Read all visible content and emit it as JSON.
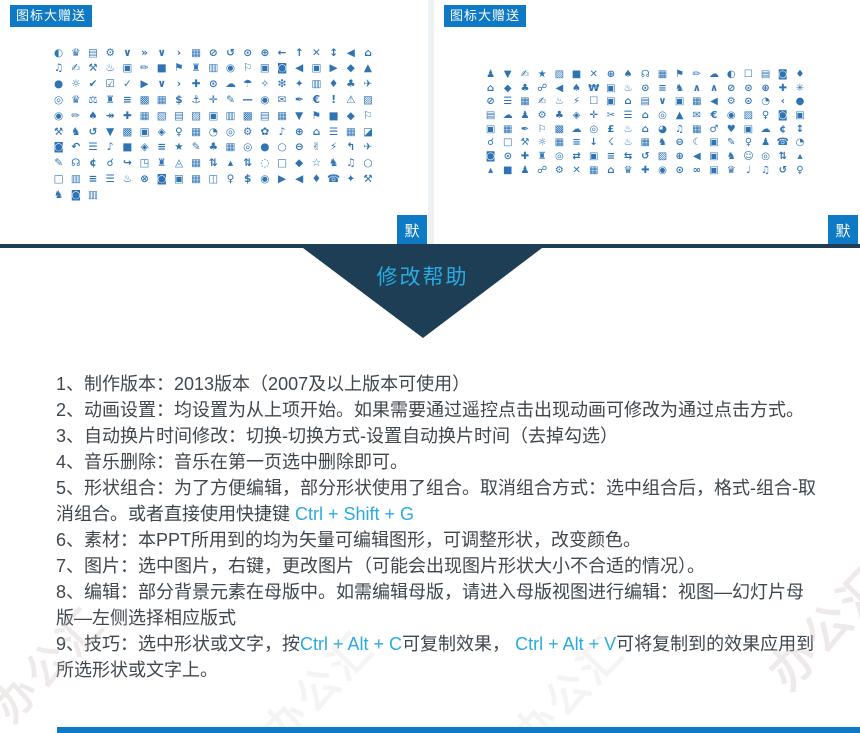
{
  "page": {
    "watermark": "办公汇"
  },
  "slides": [
    {
      "badge": "图标大赠送",
      "corner_badge": "默",
      "icon_rows": [
        "◐♛▤⚙∨»∨›▦⊘↺⊙⊕←↑✕↕◀⌂",
        "♫✍⚒♨▣✏■⚑♜▥◉⚐▣◙◀▣▶◆▲",
        "●☼✔☑✓▶∨›✚⊙☁☂✧❇✦▥♦♣✈",
        "◎♛⚖♜≡▩▦$⚓✛✎—◉✉✒€!⚠▨",
        "◉✏♠↠✚▦▧▤▨▣▥▩▤▦▼⚑■◆⚐",
        "⚒♞↺▼▩▣◈♀▦◔◎⚙✿♪⊕⌂☰▦◪",
        "◙↶☰♪■◈≡★✎♣▦◎●○⊖✌⚡↰✈",
        "✎☊¢☌↪◳♜◬▦⇅▴⇅◌□◆☆♞♫○",
        "□▥≡☰♨⊗◙▣▦◫♀$◉▶◀♦☎✦⚒",
        "♞◙▥"
      ]
    },
    {
      "badge": "图标大赠送",
      "corner_badge": "默",
      "icon_rows": [
        "♟▼✍★▨■✕⊕♠☊▦⚑✏☁◐☐▤◙♦",
        "⌂◆♣☍◀♠₩▣♨⊙≡♞∧∧⊘⊙⊕✚✳",
        "⊘☰▦✍♨⚡☐▣⌂▤∨▣▦◀⚙⊙◔‹●",
        "▤☁♟⚙♣◈✛✂☰⌂◎▲✉€◉▨♀◙▣",
        "▣▦✒⚐▩☁◎£♨⌂◕♫▦♂♥▣☁¢↕",
        "☌□⚒☼▦≡↓☇♨▦♞⊖☾▣✎♀♟☎◔",
        "◙⊙✚♜◎⇄▣≡⇆↺▨⊕◀▣♞☺◎⇅▴",
        "▴■♟☍⚙✕▦⌂♛✚◉⊙∞▣♛♩♫↺♀"
      ]
    }
  ],
  "help": {
    "title": "修改帮助",
    "accent_color": "#29abe2",
    "items": [
      {
        "segments": [
          {
            "t": "1、制作版本：2013版本（2007及以上版本可使用）"
          }
        ]
      },
      {
        "segments": [
          {
            "t": "2、动画设置：均设置为从上项开始。如果需要通过遥控点击出现动画可修改为通过点击方式。"
          }
        ]
      },
      {
        "segments": [
          {
            "t": "3、自动换片时间修改：切换-切换方式-设置自动换片时间（去掉勾选）"
          }
        ]
      },
      {
        "segments": [
          {
            "t": "4、音乐删除：音乐在第一页选中删除即可。"
          }
        ]
      },
      {
        "segments": [
          {
            "t": "5、形状组合：为了方便编辑，部分形状使用了组合。取消组合方式：选中组合后，格式-组合-取消组合。或者直接使用快捷键 "
          },
          {
            "t": "Ctrl + Shift + G",
            "accent": true
          }
        ]
      },
      {
        "segments": [
          {
            "t": "6、素材：本PPT所用到的均为矢量可编辑图形，可调整形状，改变颜色。"
          }
        ]
      },
      {
        "segments": [
          {
            "t": "7、图片：选中图片，右键，更改图片（可能会出现图片形状大小不合适的情况）。"
          }
        ]
      },
      {
        "segments": [
          {
            "t": "8、编辑：部分背景元素在母版中。如需编辑母版，请进入母版视图进行编辑：视图—幻灯片母版—左侧选择相应版式"
          }
        ]
      },
      {
        "segments": [
          {
            "t": "9、技巧：选中形状或文字，按"
          },
          {
            "t": "Ctrl + Alt + C",
            "accent": true
          },
          {
            "t": "可复制效果， "
          },
          {
            "t": "Ctrl + Alt + V",
            "accent": true
          },
          {
            "t": "可将复制到的效果应用到所选形状或文字上。"
          }
        ]
      }
    ]
  }
}
